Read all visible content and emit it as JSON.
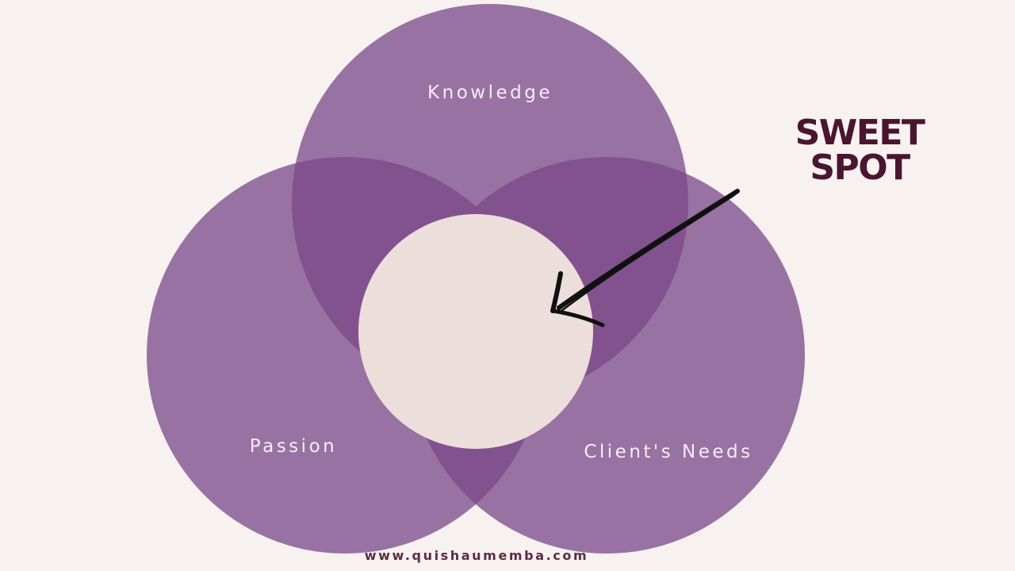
{
  "diagram": {
    "labels": {
      "top": "Knowledge",
      "left": "Passion",
      "right": "Client's Needs"
    },
    "callout": {
      "line1": "SWEET",
      "line2": "SPOT"
    },
    "footer": "www.quishaumemba.com"
  },
  "colors": {
    "background": "#f7f1ef",
    "circle": "#9872a2",
    "overlap": "#82528e",
    "center": "#ecdedb",
    "callout_text": "#4a1530",
    "label_text": "#f6eef4",
    "footer_text": "#5a2d45",
    "arrow": "#111111"
  }
}
